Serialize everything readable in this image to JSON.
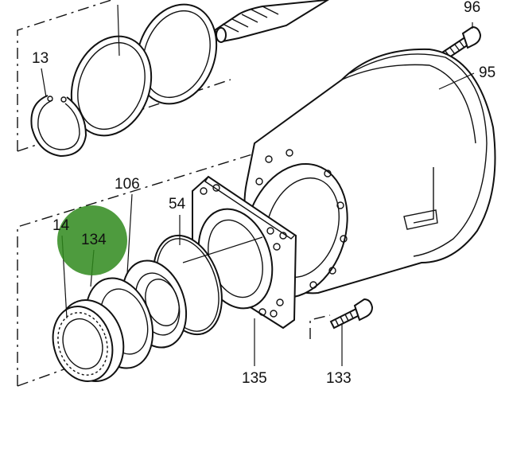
{
  "diagram": {
    "labels": {
      "p96": "96",
      "p95": "95",
      "p13": "13",
      "p106": "106",
      "p54": "54",
      "p14": "14",
      "p134": "134",
      "p135": "135",
      "p133": "133"
    },
    "highlight_color": "#2f8a1c",
    "line_color": "#111111"
  }
}
